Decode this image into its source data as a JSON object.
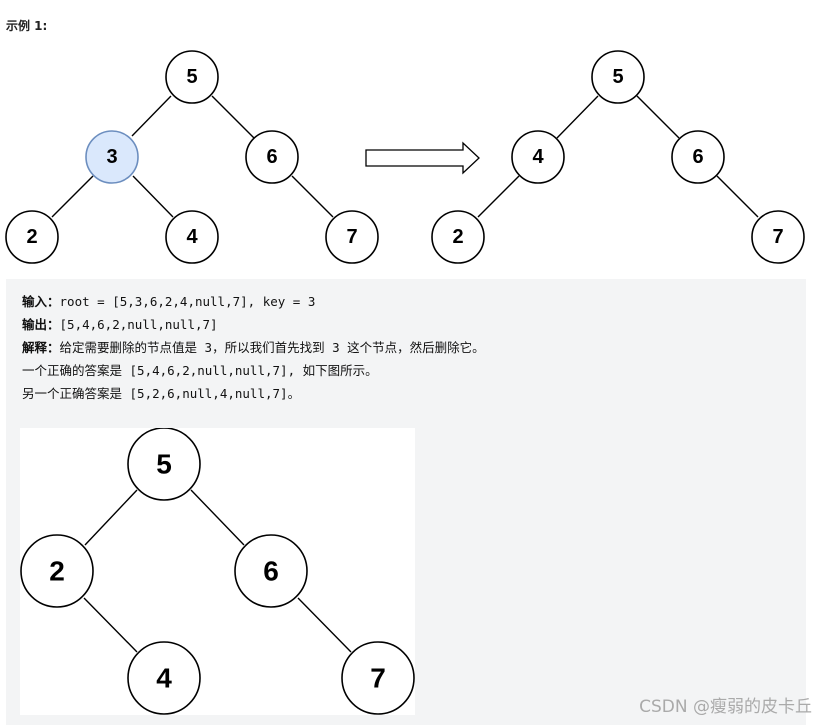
{
  "heading": "示例 1:",
  "example": {
    "input_label": "输入：",
    "input_value": "root = [5,3,6,2,4,null,7], key = 3",
    "output_label": "输出：",
    "output_value": "[5,4,6,2,null,null,7]",
    "explain_label": "解释：",
    "explain_value": "给定需要删除的节点值是 3，所以我们首先找到 3 这个节点，然后删除它。",
    "line4": "一个正确的答案是 [5,4,6,2,null,null,7], 如下图所示。",
    "line5": "另一个正确答案是 [5,2,6,null,4,null,7]。"
  },
  "trees": {
    "before": {
      "root": "5",
      "left": "3",
      "right": "6",
      "ll": "2",
      "lr": "4",
      "rr": "7",
      "highlight_color": "#dae8fc"
    },
    "after": {
      "root": "5",
      "left": "4",
      "right": "6",
      "ll": "2",
      "rr": "7"
    },
    "alt": {
      "root": "5",
      "left": "2",
      "right": "6",
      "lr": "4",
      "rr": "7"
    }
  },
  "arrow_icon": "right-arrow-icon",
  "watermark": "CSDN @瘦弱的皮卡丘"
}
